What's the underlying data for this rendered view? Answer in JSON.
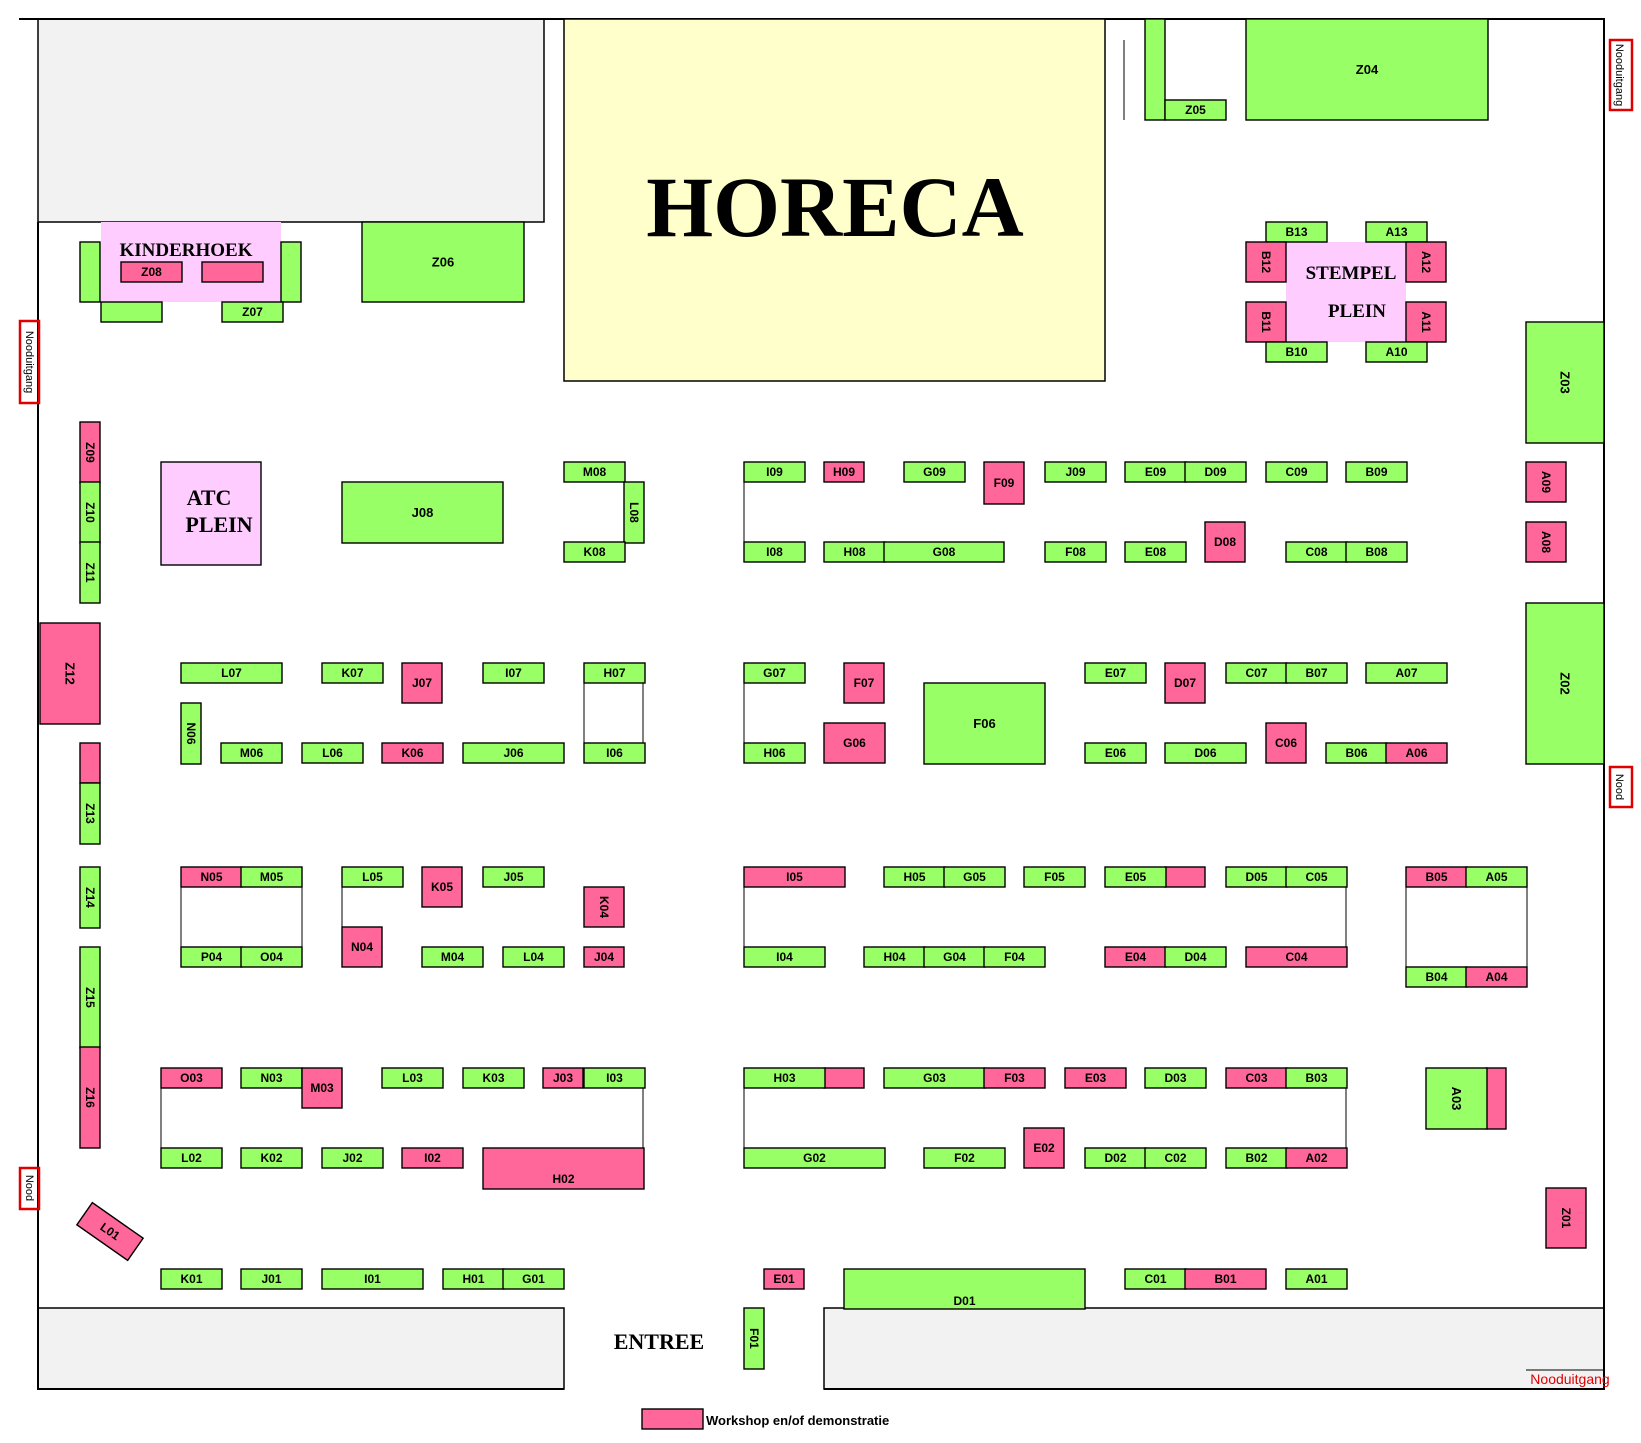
{
  "colors": {
    "booth": "#99ff66",
    "workshop": "#ff6699",
    "horeca": "#ffffcc",
    "plein": "#ffccff",
    "grey": "#f2f2f2",
    "exit": "#e00000"
  },
  "labels": {
    "horeca": "HORECA",
    "kinderhoek": "KINDERHOEK",
    "stempel_1": "STEMPEL",
    "stempel_2": "PLEIN",
    "atc_1": "ATC",
    "atc_2": "PLEIN",
    "entree": "ENTREE",
    "legend": "Workshop en/of demonstratie"
  },
  "emergency_exits": {
    "top_right": "Nooduitgang",
    "left_top": "Nooduitgang",
    "right_middle": "Nood",
    "left_bottom": "Nood",
    "bottom_right": "Nooduitgang"
  },
  "booths": [
    {
      "id": "Z04",
      "type": "normal"
    },
    {
      "id": "Z05",
      "type": "normal"
    },
    {
      "id": "Z06",
      "type": "normal"
    },
    {
      "id": "Z07",
      "type": "normal"
    },
    {
      "id": "Z08",
      "type": "workshop"
    },
    {
      "id": "B13",
      "type": "normal"
    },
    {
      "id": "A13",
      "type": "normal"
    },
    {
      "id": "B12",
      "type": "workshop"
    },
    {
      "id": "A12",
      "type": "workshop"
    },
    {
      "id": "B11",
      "type": "workshop"
    },
    {
      "id": "A11",
      "type": "workshop"
    },
    {
      "id": "B10",
      "type": "normal"
    },
    {
      "id": "A10",
      "type": "normal"
    },
    {
      "id": "Z03",
      "type": "normal"
    },
    {
      "id": "Z09",
      "type": "workshop"
    },
    {
      "id": "Z10",
      "type": "normal"
    },
    {
      "id": "Z11",
      "type": "normal"
    },
    {
      "id": "Z12",
      "type": "workshop"
    },
    {
      "id": "Z13",
      "type": "normal"
    },
    {
      "id": "Z14",
      "type": "normal"
    },
    {
      "id": "Z15",
      "type": "normal"
    },
    {
      "id": "Z16",
      "type": "workshop"
    },
    {
      "id": "M08",
      "type": "normal"
    },
    {
      "id": "L08",
      "type": "normal"
    },
    {
      "id": "K08",
      "type": "normal"
    },
    {
      "id": "J08",
      "type": "normal"
    },
    {
      "id": "I09",
      "type": "normal"
    },
    {
      "id": "H09",
      "type": "workshop"
    },
    {
      "id": "G09",
      "type": "normal"
    },
    {
      "id": "F09",
      "type": "workshop"
    },
    {
      "id": "J09",
      "type": "normal"
    },
    {
      "id": "E09",
      "type": "normal"
    },
    {
      "id": "D09",
      "type": "normal"
    },
    {
      "id": "C09",
      "type": "normal"
    },
    {
      "id": "B09",
      "type": "normal"
    },
    {
      "id": "A09",
      "type": "workshop"
    },
    {
      "id": "A08",
      "type": "workshop"
    },
    {
      "id": "I08",
      "type": "normal"
    },
    {
      "id": "H08",
      "type": "normal"
    },
    {
      "id": "G08",
      "type": "normal"
    },
    {
      "id": "F08",
      "type": "normal"
    },
    {
      "id": "E08",
      "type": "normal"
    },
    {
      "id": "D08",
      "type": "workshop"
    },
    {
      "id": "C08",
      "type": "normal"
    },
    {
      "id": "B08",
      "type": "normal"
    },
    {
      "id": "Z02",
      "type": "normal"
    },
    {
      "id": "L07",
      "type": "normal"
    },
    {
      "id": "K07",
      "type": "normal"
    },
    {
      "id": "J07",
      "type": "workshop"
    },
    {
      "id": "I07",
      "type": "normal"
    },
    {
      "id": "H07",
      "type": "normal"
    },
    {
      "id": "G07",
      "type": "normal"
    },
    {
      "id": "F07",
      "type": "workshop"
    },
    {
      "id": "F06",
      "type": "normal"
    },
    {
      "id": "E07",
      "type": "normal"
    },
    {
      "id": "D07",
      "type": "workshop"
    },
    {
      "id": "C07",
      "type": "normal"
    },
    {
      "id": "B07",
      "type": "normal"
    },
    {
      "id": "A07",
      "type": "normal"
    },
    {
      "id": "N06",
      "type": "normal"
    },
    {
      "id": "M06",
      "type": "normal"
    },
    {
      "id": "L06",
      "type": "normal"
    },
    {
      "id": "K06",
      "type": "workshop"
    },
    {
      "id": "J06",
      "type": "normal"
    },
    {
      "id": "I06",
      "type": "normal"
    },
    {
      "id": "H06",
      "type": "normal"
    },
    {
      "id": "G06",
      "type": "workshop"
    },
    {
      "id": "E06",
      "type": "normal"
    },
    {
      "id": "D06",
      "type": "normal"
    },
    {
      "id": "C06",
      "type": "workshop"
    },
    {
      "id": "B06",
      "type": "normal"
    },
    {
      "id": "A06",
      "type": "workshop"
    },
    {
      "id": "N05",
      "type": "workshop"
    },
    {
      "id": "M05",
      "type": "normal"
    },
    {
      "id": "L05",
      "type": "normal"
    },
    {
      "id": "K05",
      "type": "workshop"
    },
    {
      "id": "J05",
      "type": "normal"
    },
    {
      "id": "K04",
      "type": "workshop"
    },
    {
      "id": "I05",
      "type": "workshop"
    },
    {
      "id": "H05",
      "type": "normal"
    },
    {
      "id": "G05",
      "type": "normal"
    },
    {
      "id": "F05",
      "type": "normal"
    },
    {
      "id": "E05",
      "type": "normal"
    },
    {
      "id": "D05",
      "type": "normal"
    },
    {
      "id": "C05",
      "type": "normal"
    },
    {
      "id": "B05",
      "type": "workshop"
    },
    {
      "id": "A05",
      "type": "normal"
    },
    {
      "id": "P04",
      "type": "normal"
    },
    {
      "id": "O04",
      "type": "normal"
    },
    {
      "id": "N04",
      "type": "workshop"
    },
    {
      "id": "M04",
      "type": "normal"
    },
    {
      "id": "L04",
      "type": "normal"
    },
    {
      "id": "J04",
      "type": "workshop"
    },
    {
      "id": "I04",
      "type": "normal"
    },
    {
      "id": "H04",
      "type": "normal"
    },
    {
      "id": "G04",
      "type": "normal"
    },
    {
      "id": "F04",
      "type": "normal"
    },
    {
      "id": "E04",
      "type": "workshop"
    },
    {
      "id": "D04",
      "type": "normal"
    },
    {
      "id": "C04",
      "type": "workshop"
    },
    {
      "id": "B04",
      "type": "normal"
    },
    {
      "id": "A04",
      "type": "workshop"
    },
    {
      "id": "O03",
      "type": "workshop"
    },
    {
      "id": "N03",
      "type": "normal"
    },
    {
      "id": "M03",
      "type": "workshop"
    },
    {
      "id": "L03",
      "type": "normal"
    },
    {
      "id": "K03",
      "type": "normal"
    },
    {
      "id": "J03",
      "type": "workshop"
    },
    {
      "id": "I03",
      "type": "normal"
    },
    {
      "id": "H03",
      "type": "normal"
    },
    {
      "id": "G03",
      "type": "normal"
    },
    {
      "id": "F03",
      "type": "workshop"
    },
    {
      "id": "E03",
      "type": "workshop"
    },
    {
      "id": "D03",
      "type": "normal"
    },
    {
      "id": "C03",
      "type": "workshop"
    },
    {
      "id": "B03",
      "type": "normal"
    },
    {
      "id": "A03",
      "type": "normal"
    },
    {
      "id": "L02",
      "type": "normal"
    },
    {
      "id": "K02",
      "type": "normal"
    },
    {
      "id": "J02",
      "type": "normal"
    },
    {
      "id": "I02",
      "type": "workshop"
    },
    {
      "id": "H02",
      "type": "workshop"
    },
    {
      "id": "G02",
      "type": "normal"
    },
    {
      "id": "F02",
      "type": "normal"
    },
    {
      "id": "E02",
      "type": "workshop"
    },
    {
      "id": "D02",
      "type": "normal"
    },
    {
      "id": "C02",
      "type": "normal"
    },
    {
      "id": "B02",
      "type": "normal"
    },
    {
      "id": "A02",
      "type": "workshop"
    },
    {
      "id": "Z01",
      "type": "workshop"
    },
    {
      "id": "L01",
      "type": "workshop"
    },
    {
      "id": "K01",
      "type": "normal"
    },
    {
      "id": "J01",
      "type": "normal"
    },
    {
      "id": "I01",
      "type": "normal"
    },
    {
      "id": "H01",
      "type": "normal"
    },
    {
      "id": "G01",
      "type": "normal"
    },
    {
      "id": "E01",
      "type": "workshop"
    },
    {
      "id": "D01",
      "type": "normal"
    },
    {
      "id": "C01",
      "type": "normal"
    },
    {
      "id": "B01",
      "type": "workshop"
    },
    {
      "id": "A01",
      "type": "normal"
    },
    {
      "id": "F01",
      "type": "normal"
    }
  ]
}
